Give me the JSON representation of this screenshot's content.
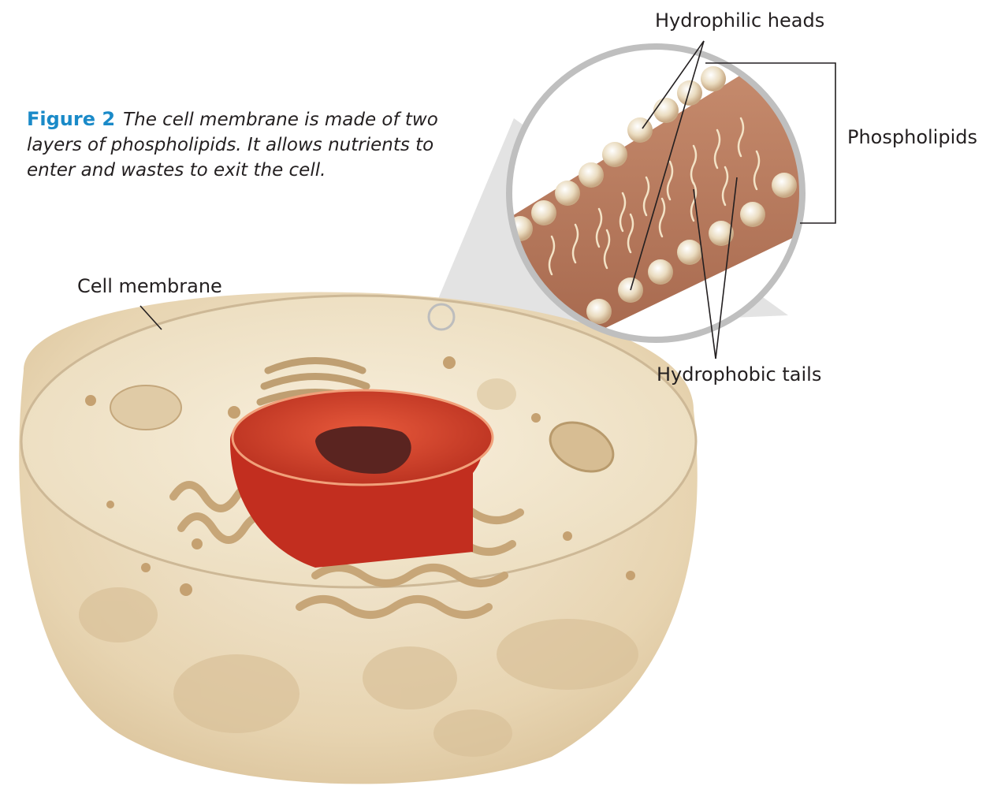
{
  "caption": {
    "figure_number": "Figure 2",
    "text": "The cell membrane is made of two layers of phospholipids. It allows nutrients to enter and wastes to exit the cell.",
    "number_color": "#1a8ac8"
  },
  "labels": {
    "hydrophilic_heads": "Hydrophilic heads",
    "phospholipids": "Phospholipids",
    "cell_membrane": "Cell membrane",
    "hydrophobic_tails": "Hydrophobic tails"
  },
  "colors": {
    "cell_fill": "#ede0c6",
    "nucleus": "#d8402a",
    "nucleolus": "#5a2420",
    "organelle": "#c9ad82",
    "bilayer": "#b97a5e",
    "head": "#efe2c8"
  }
}
